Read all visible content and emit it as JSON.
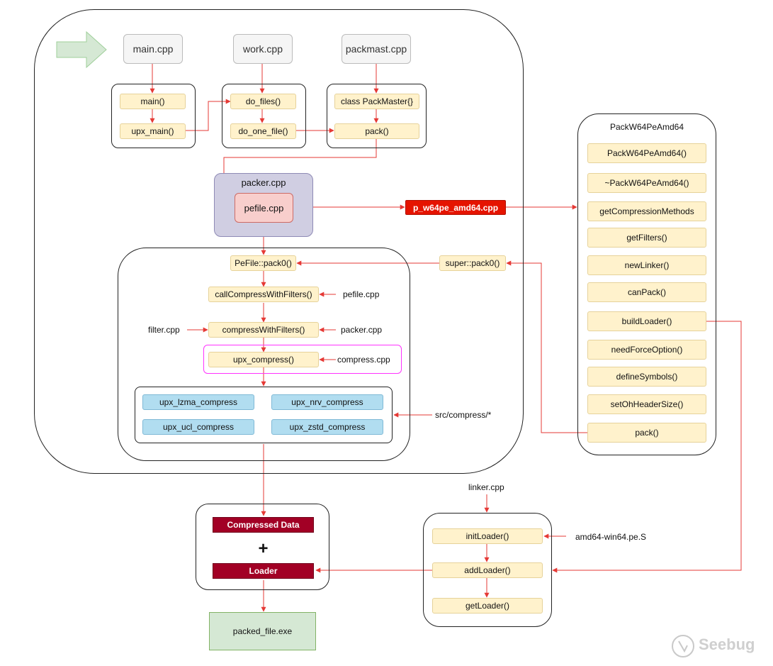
{
  "files": {
    "main": "main.cpp",
    "work": "work.cpp",
    "packmast": "packmast.cpp",
    "packer": "packer.cpp",
    "pefile": "pefile.cpp",
    "p_w64pe": "p_w64pe_amd64.cpp"
  },
  "main_group": {
    "main_fn": "main()",
    "upx_main": "upx_main()"
  },
  "work_group": {
    "do_files": "do_files()",
    "do_one_file": "do_one_file()"
  },
  "packmast_group": {
    "class": "class PackMaster{}",
    "pack": "pack()"
  },
  "pefile_group": {
    "pack0": "PeFile::pack0()",
    "call_compress": "callCompressWithFilters()",
    "compress_with_filters": "compressWithFilters()",
    "upx_compress": "upx_compress()"
  },
  "compressors": {
    "lzma": "upx_lzma_compress",
    "nrv": "upx_nrv_compress",
    "ucl": "upx_ucl_compress",
    "zstd": "upx_zstd_compress"
  },
  "side_labels": {
    "pefile_cpp": "pefile.cpp",
    "filter_cpp": "filter.cpp",
    "packer_cpp": "packer.cpp",
    "compress_cpp": "compress.cpp",
    "src_compress": "src/compress/*",
    "linker_cpp": "linker.cpp",
    "amd64_s": "amd64-win64.pe.S"
  },
  "super_pack0": "super::pack0()",
  "packw64": {
    "title": "PackW64PeAmd64",
    "methods": [
      "PackW64PeAmd64()",
      "~PackW64PeAmd64()",
      "getCompressionMethods",
      "getFilters()",
      "newLinker()",
      "canPack()",
      "buildLoader()",
      "needForceOption()",
      "defineSymbols()",
      "setOhHeaderSize()",
      "pack()"
    ]
  },
  "output": {
    "compressed": "Compressed Data",
    "plus": "+",
    "loader": "Loader",
    "exe": "packed_file.exe"
  },
  "linker": {
    "init": "initLoader()",
    "add": "addLoader()",
    "get": "getLoader()"
  },
  "watermark": "Seebug",
  "colors": {
    "arrow": "#e53935",
    "function_fill": "#fff2cc",
    "compressor_fill": "#b1ddf0",
    "dark_red": "#a20025",
    "bright_red": "#e51400",
    "packer_fill": "#d0cee2",
    "pefile_fill": "#f8cecc",
    "exe_fill": "#d5e8d4"
  }
}
